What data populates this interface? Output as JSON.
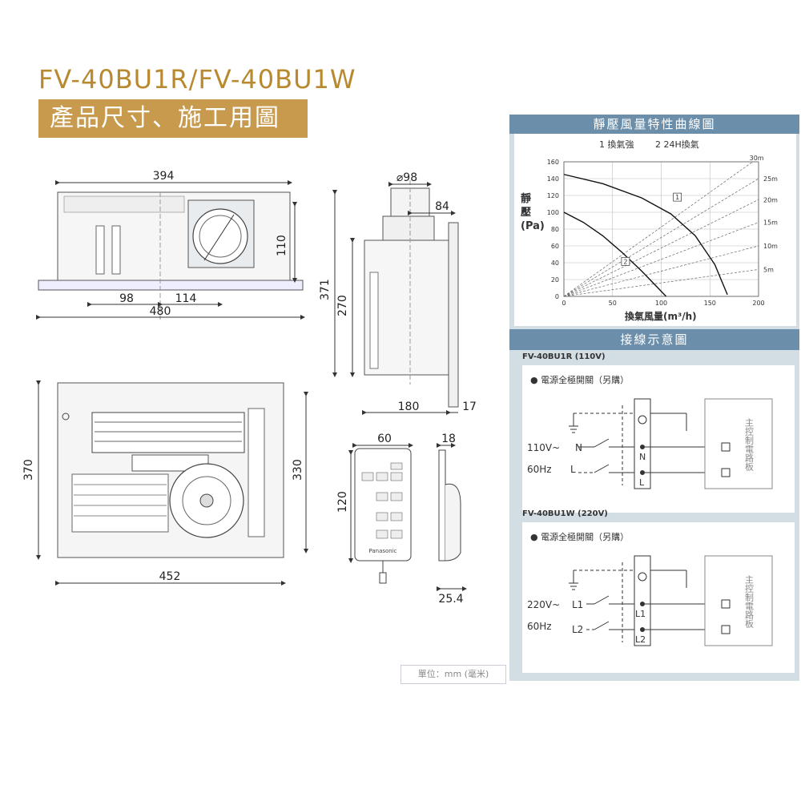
{
  "header": {
    "model_title": "FV-40BU1R/FV-40BU1W",
    "section_banner": "產品尺寸、施工用圖"
  },
  "top_view": {
    "dim_width_top": "394",
    "dim_height": "110",
    "dim_left": "98",
    "dim_mid": "114",
    "dim_width_bottom": "480"
  },
  "side_view": {
    "dim_duct": "⌀98",
    "dim_offset": "84",
    "dim_total_height": "371",
    "dim_body_height": "270",
    "dim_depth": "180",
    "dim_panel": "17"
  },
  "bottom_view": {
    "dim_outer_height": "370",
    "dim_inner_height": "330",
    "dim_width": "452"
  },
  "remote": {
    "dim_width": "60",
    "dim_height": "120",
    "dim_depth": "18",
    "dim_depth_total": "25.4",
    "brand": "Panasonic"
  },
  "unit_note": "單位：mm (毫米)",
  "chart": {
    "header": "靜壓風量特性曲線圖",
    "legend_1": "1 換氣強",
    "legend_2": "2 24H換氣",
    "ylabel": "靜壓(Pa)",
    "xlabel": "換氣風量(m³/h)"
  },
  "chart_data": {
    "type": "line",
    "title": "靜壓風量特性曲線圖",
    "xlabel": "換氣風量(m³/h)",
    "ylabel": "靜壓(Pa)",
    "xlim": [
      0,
      200
    ],
    "ylim": [
      0,
      160
    ],
    "xticks": [
      0,
      50,
      100,
      150,
      200
    ],
    "yticks": [
      0,
      20,
      40,
      60,
      80,
      100,
      120,
      140,
      160
    ],
    "grid": true,
    "series": [
      {
        "name": "換氣強",
        "label": "1",
        "x": [
          0,
          40,
          80,
          110,
          135,
          155,
          168
        ],
        "y": [
          145,
          134,
          117,
          98,
          72,
          38,
          2
        ]
      },
      {
        "name": "24H換氣",
        "label": "2",
        "x": [
          0,
          20,
          40,
          60,
          80,
          95,
          105
        ],
        "y": [
          100,
          88,
          72,
          52,
          30,
          12,
          0
        ]
      }
    ],
    "duct_lines": [
      {
        "label": "30m",
        "x": [
          0,
          200
        ],
        "y": [
          0,
          165
        ]
      },
      {
        "label": "25m",
        "x": [
          0,
          200
        ],
        "y": [
          0,
          140
        ]
      },
      {
        "label": "20m",
        "x": [
          0,
          200
        ],
        "y": [
          0,
          115
        ]
      },
      {
        "label": "15m",
        "x": [
          0,
          200
        ],
        "y": [
          0,
          88
        ]
      },
      {
        "label": "10m",
        "x": [
          0,
          200
        ],
        "y": [
          0,
          60
        ]
      },
      {
        "label": "5m",
        "x": [
          0,
          200
        ],
        "y": [
          0,
          32
        ]
      }
    ]
  },
  "wiring": {
    "header": "接線示意圖",
    "r_title": "FV-40BU1R (110V)",
    "r_switch_note": "● 電源全極開關（另購）",
    "r_voltage": "110V~",
    "r_freq": "60Hz",
    "r_n": "N",
    "r_l": "L",
    "r_term_n": "N",
    "r_term_l": "L",
    "w_title": "FV-40BU1W (220V)",
    "w_switch_note": "● 電源全極開關（另購）",
    "w_voltage": "220V~",
    "w_freq": "60Hz",
    "w_l1": "L1",
    "w_l2": "L2",
    "w_term_l1": "L1",
    "w_term_l2": "L2",
    "board_label": "主控制電路板"
  }
}
